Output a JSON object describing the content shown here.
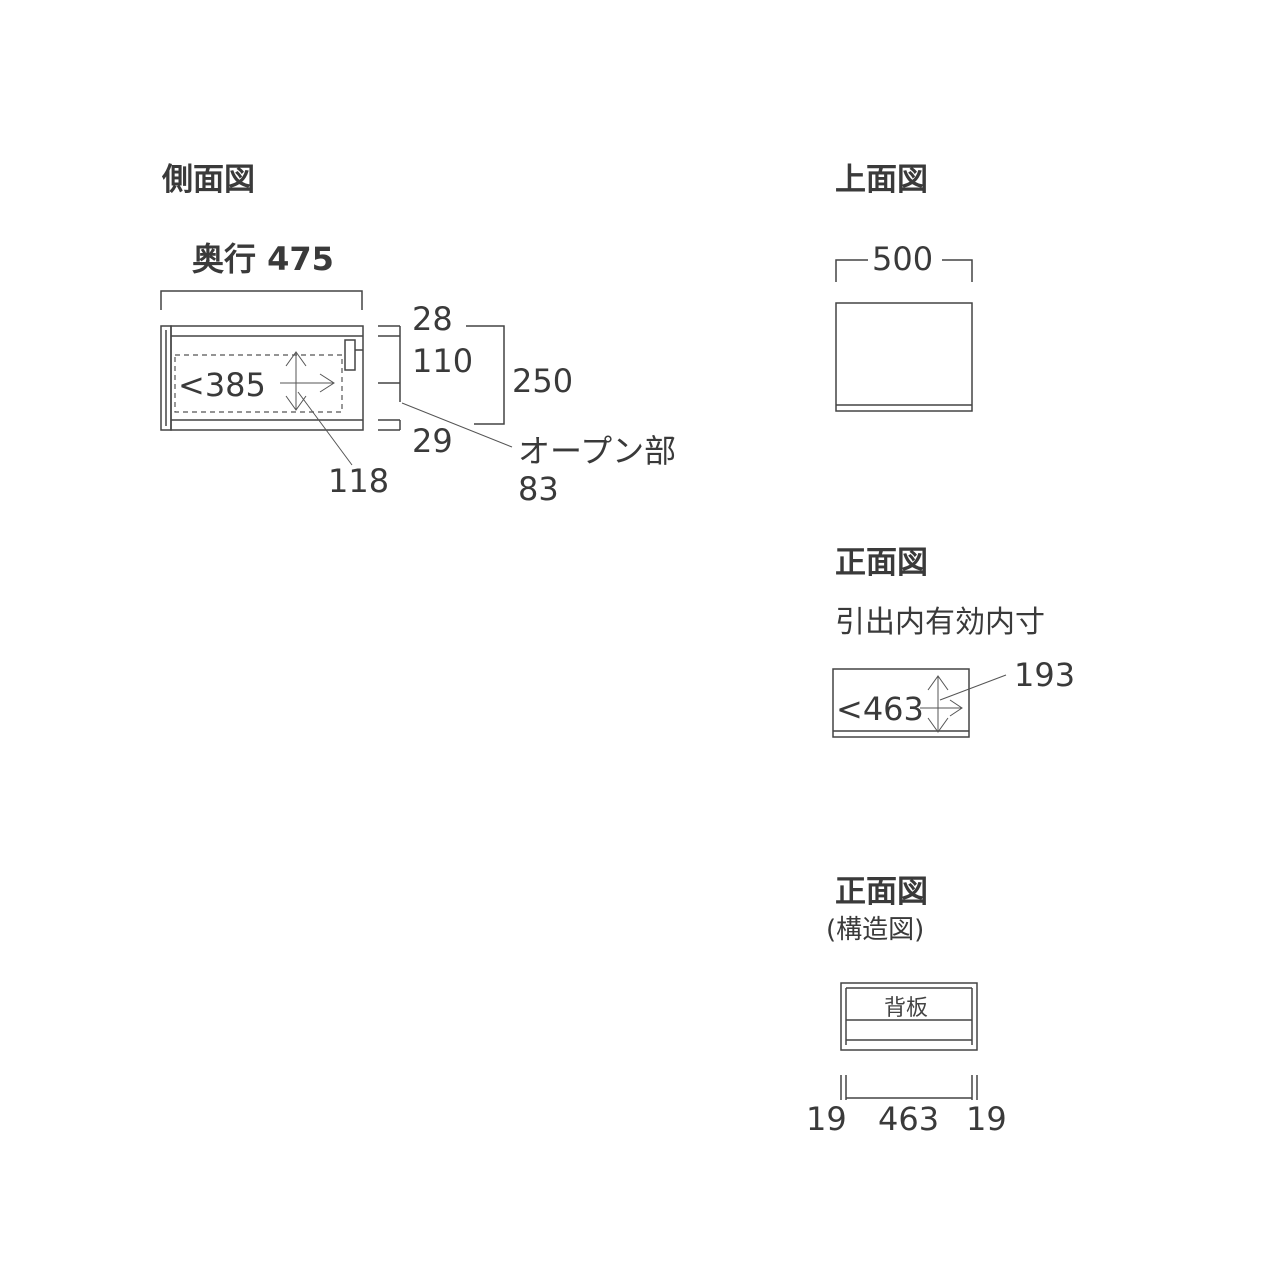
{
  "side_view": {
    "title": "側面図",
    "depth_label": "奥行 475",
    "inner_depth": "<385",
    "inner_height": "118",
    "top_dim": "28",
    "mid_dim": "110",
    "bottom_dim": "29",
    "total_dim": "250",
    "open_label": "オープン部",
    "open_value": "83"
  },
  "top_view": {
    "title": "上面図",
    "width": "500"
  },
  "front_view": {
    "title": "正面図",
    "subtitle": "引出内有効内寸",
    "inner_width": "<463",
    "inner_height": "193"
  },
  "front_structure": {
    "title": "正面図",
    "subtitle": "(構造図)",
    "back_panel": "背板",
    "left_dim": "19",
    "center_dim": "463",
    "right_dim": "19"
  }
}
